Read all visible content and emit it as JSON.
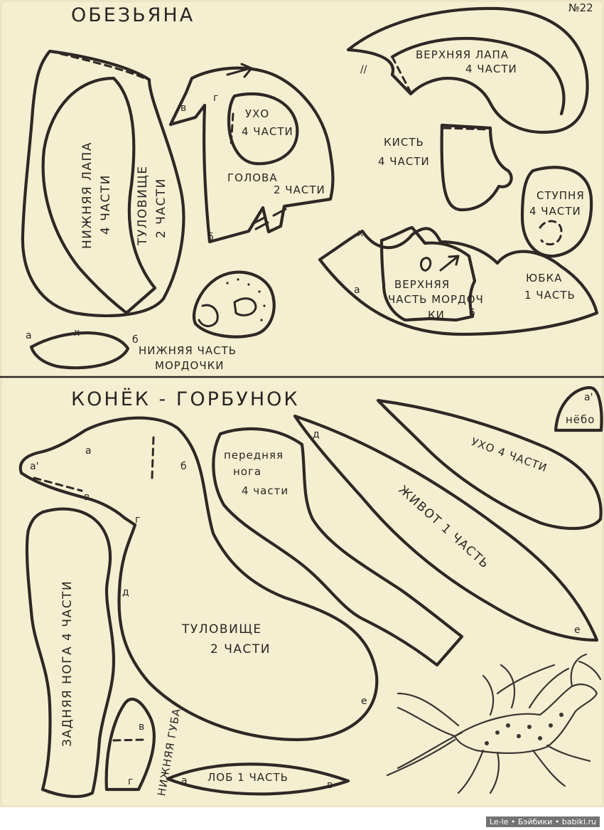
{
  "page_number": "№22",
  "monkey": {
    "title": "ОБЕЗЬЯНА",
    "upper_paw": [
      "ВЕРХНЯЯ ЛАПА",
      "4 ЧАСТИ"
    ],
    "lower_paw": [
      "НИЖНЯЯ ЛАПА",
      "4 ЧАСТИ"
    ],
    "torso": [
      "ТУЛОВИЩЕ",
      "2 ЧАСТИ"
    ],
    "ear": [
      "УХО",
      "4 ЧАСТИ"
    ],
    "head": [
      "ГОЛОВА",
      "2 ЧАСТИ"
    ],
    "hand": [
      "КИСТЬ",
      "4 ЧАСТИ"
    ],
    "foot": [
      "СТУПНЯ",
      "4 ЧАСТИ"
    ],
    "muzzle_top": [
      "ВЕРХНЯЯ",
      "ЧАСТЬ МОРДОЧ",
      "КИ"
    ],
    "skirt": [
      "ЮБКА",
      "1 ЧАСТЬ"
    ],
    "muzzle_bottom": [
      "НИЖНЯЯ ЧАСТЬ",
      "МОРДОЧКИ"
    ]
  },
  "horse": {
    "title": "КОНЁК - ГОРБУНОК",
    "palate": [
      "а'",
      "нёбо"
    ],
    "front_leg": [
      "передняя",
      "нога",
      "4 части"
    ],
    "ear": "УХО 4 ЧАСТИ",
    "belly": "ЖИВОТ 1 ЧАСТЬ",
    "torso": [
      "ТУЛОВИЩЕ",
      "2 ЧАСТИ"
    ],
    "hind_leg": "ЗАДНЯЯ НОГА 4 ЧАСТИ",
    "lower_lip": "НИЖНЯЯ ГУБА",
    "forehead": "ЛОБ 1 ЧАСТЬ"
  },
  "marks": {
    "a": "а",
    "b": "б",
    "v": "в",
    "g": "г",
    "d": "д",
    "e": "е",
    "a_prime": "а'",
    "double_slash": "//",
    "x": "x"
  },
  "watermark": "Le-le • Бэйбики • babiki.ru"
}
